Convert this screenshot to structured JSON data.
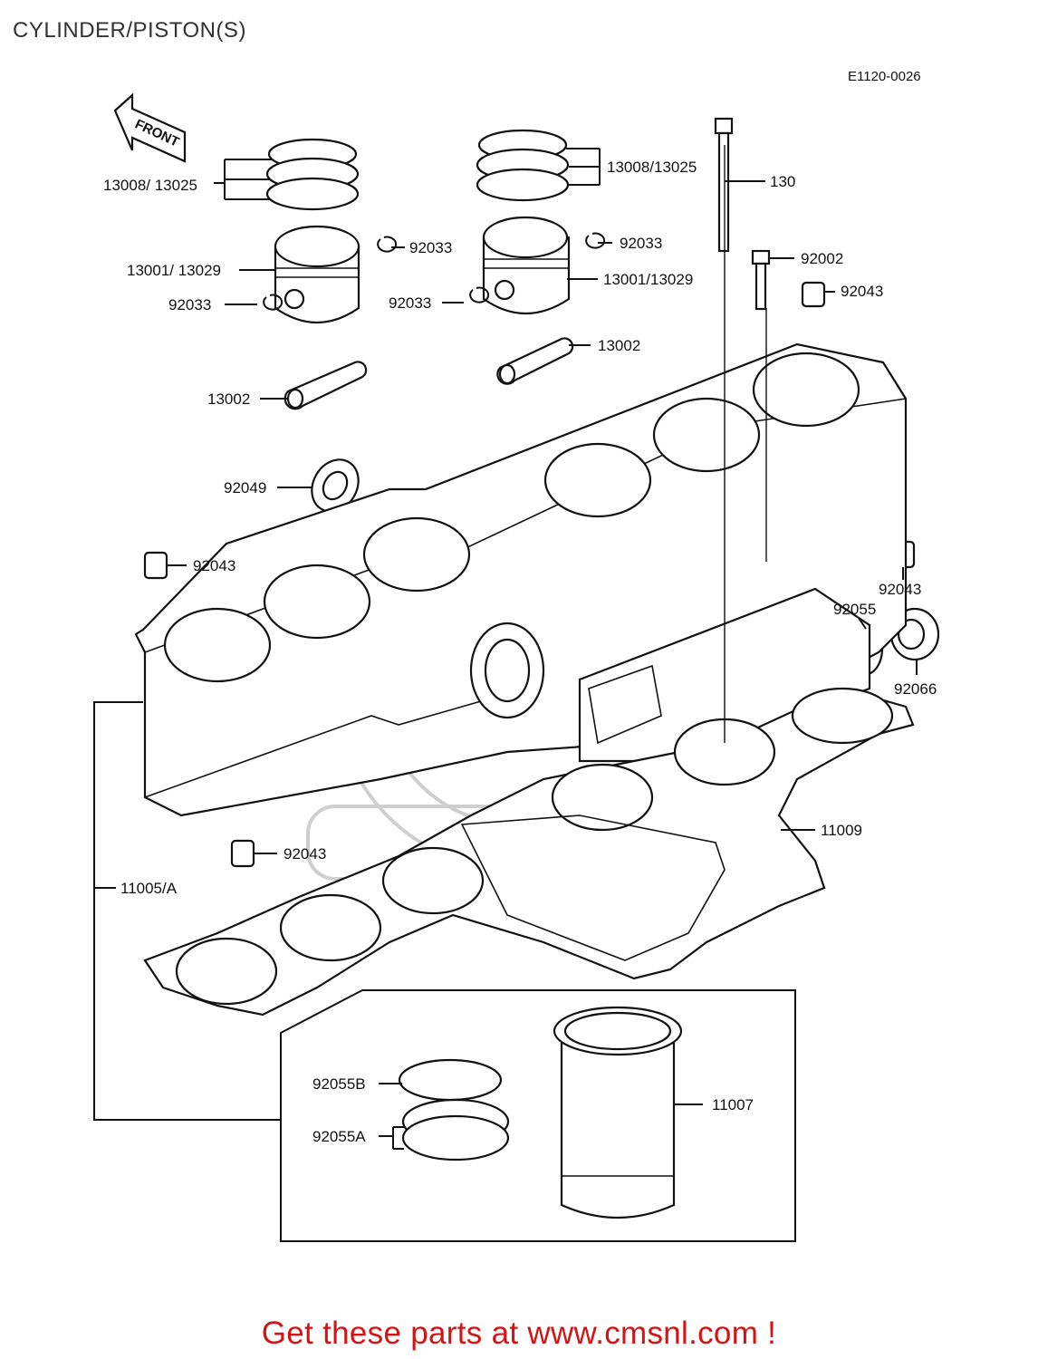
{
  "title": "CYLINDER/PISTON(S)",
  "diagram_code": "E1120-0026",
  "front_arrow_text": "FRONT",
  "footer": "Get these parts at www.cmsnl.com !",
  "labels": {
    "rings_left": "13008/ 13025",
    "rings_right": "13008/13025",
    "bolt_130": "130",
    "piston_left": "13001/ 13029",
    "piston_right": "13001/13029",
    "clip_left_top": "92033",
    "clip_left_bottom": "92033",
    "clip_right_top": "92033",
    "clip_right_bottom": "92033",
    "bolt_92002": "92002",
    "dowel_top_right": "92043",
    "pin_right": "13002",
    "pin_left": "13002",
    "seal_92049": "92049",
    "dowel_left": "92043",
    "dowel_right": "92043",
    "oring_92055": "92055",
    "seal_92066": "92066",
    "gasket_11009": "11009",
    "dowel_bottom": "92043",
    "cylinder_11005": "11005/A",
    "ring_92055B": "92055B",
    "ring_92055A": "92055A",
    "sleeve_11007": "11007"
  }
}
